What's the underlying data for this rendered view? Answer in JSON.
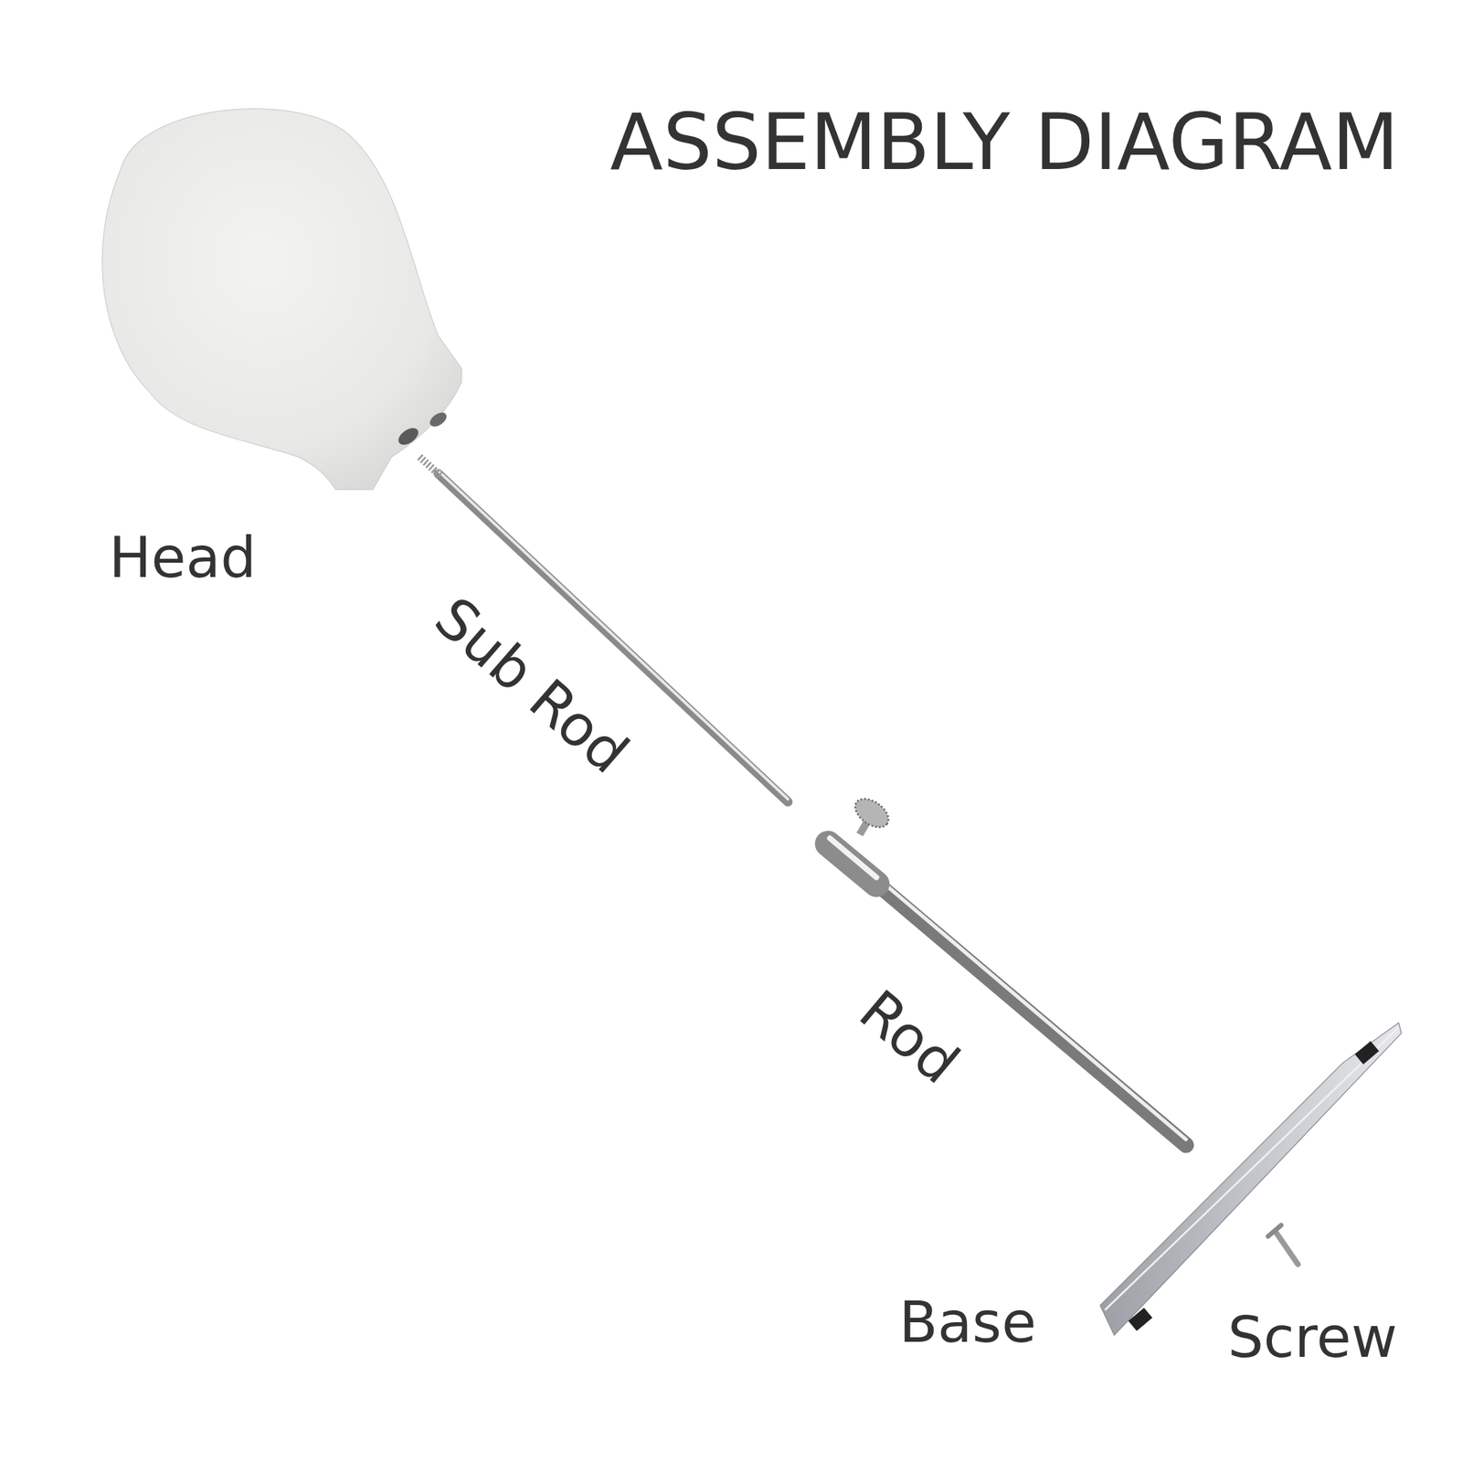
{
  "diagram": {
    "title": "ASSEMBLY DIAGRAM",
    "labels": [
      "Head",
      "Sub Rod",
      "Rod",
      "Base",
      "Screw"
    ]
  }
}
